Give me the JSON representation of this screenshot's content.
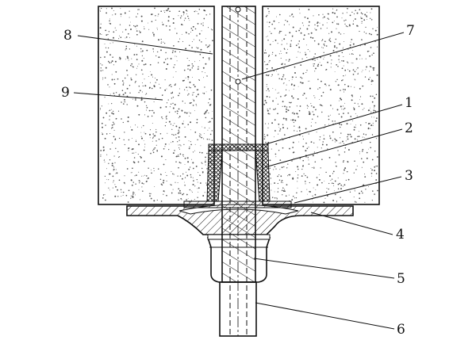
{
  "figure": {
    "colors": {
      "ink": "#111111",
      "paper": "#ffffff",
      "concrete_fill": "#f4f4f4",
      "speckle": "#555555"
    },
    "callouts": [
      {
        "id": "1",
        "label": "1"
      },
      {
        "id": "2",
        "label": "2"
      },
      {
        "id": "3",
        "label": "3"
      },
      {
        "id": "4",
        "label": "4"
      },
      {
        "id": "5",
        "label": "5"
      },
      {
        "id": "6",
        "label": "6"
      },
      {
        "id": "7",
        "label": "7"
      },
      {
        "id": "8",
        "label": "8"
      },
      {
        "id": "9",
        "label": "9"
      }
    ]
  }
}
